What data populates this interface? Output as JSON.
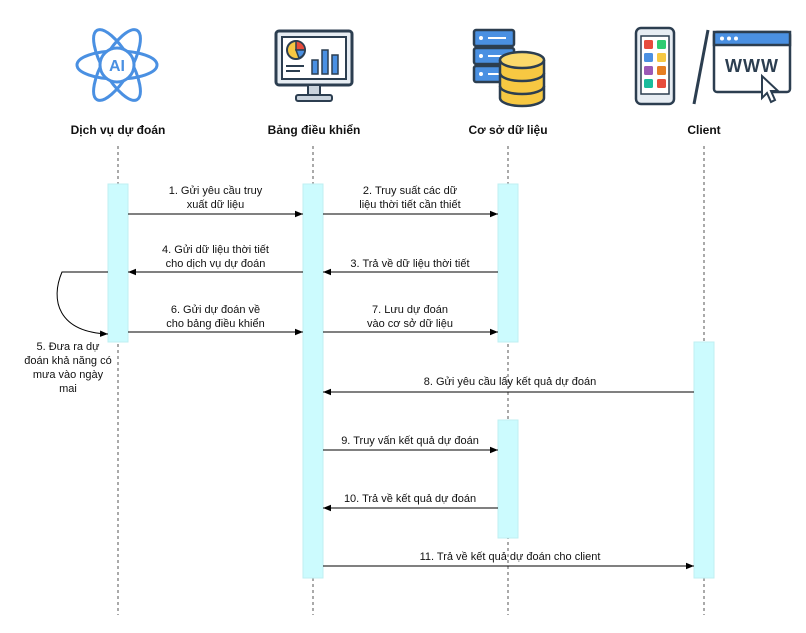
{
  "actors": [
    {
      "name": "Dịch vụ dự đoán",
      "icon": "ai-brain-icon"
    },
    {
      "name": "Bảng điều khiển",
      "icon": "dashboard-monitor-icon"
    },
    {
      "name": "Cơ sở dữ liệu",
      "icon": "database-server-icon"
    },
    {
      "name": "Client",
      "icon": "mobile-and-web-icon"
    }
  ],
  "messages": [
    {
      "lines": [
        "1. Gửi yêu cầu truy",
        "xuất dữ liệu"
      ]
    },
    {
      "lines": [
        "2. Truy suất các dữ",
        "liệu thời tiết cần thiết"
      ]
    },
    {
      "lines": [
        "3. Trả về dữ liệu thời tiết"
      ]
    },
    {
      "lines": [
        "4. Gửi dữ liệu thời tiết",
        "cho dịch vụ dự đoán"
      ]
    },
    {
      "lines": [
        "5. Đưa ra dự",
        "đoán khả năng có",
        "mưa vào ngày",
        "mai"
      ]
    },
    {
      "lines": [
        "6. Gửi dự đoán về",
        "cho bảng điều khiển"
      ]
    },
    {
      "lines": [
        "7. Lưu dự đoán",
        "vào cơ sở dữ liệu"
      ]
    },
    {
      "lines": [
        "8. Gửi yêu cầu lấy kết quả dự đoán"
      ]
    },
    {
      "lines": [
        "9. Truy vấn kết quả dự đoán"
      ]
    },
    {
      "lines": [
        "10. Trả về kết quả dự đoán"
      ]
    },
    {
      "lines": [
        "11. Trả về kết quả dự đoán cho client"
      ]
    }
  ],
  "colors": {
    "activation_fill": "#ccfbfe",
    "activation_stroke": "#bfeff2",
    "lifeline": "#555555",
    "arrow": "#000000",
    "ai_icon": "#4a90e2",
    "db_gold": "#f7c842",
    "icon_navy": "#2c3e50"
  }
}
